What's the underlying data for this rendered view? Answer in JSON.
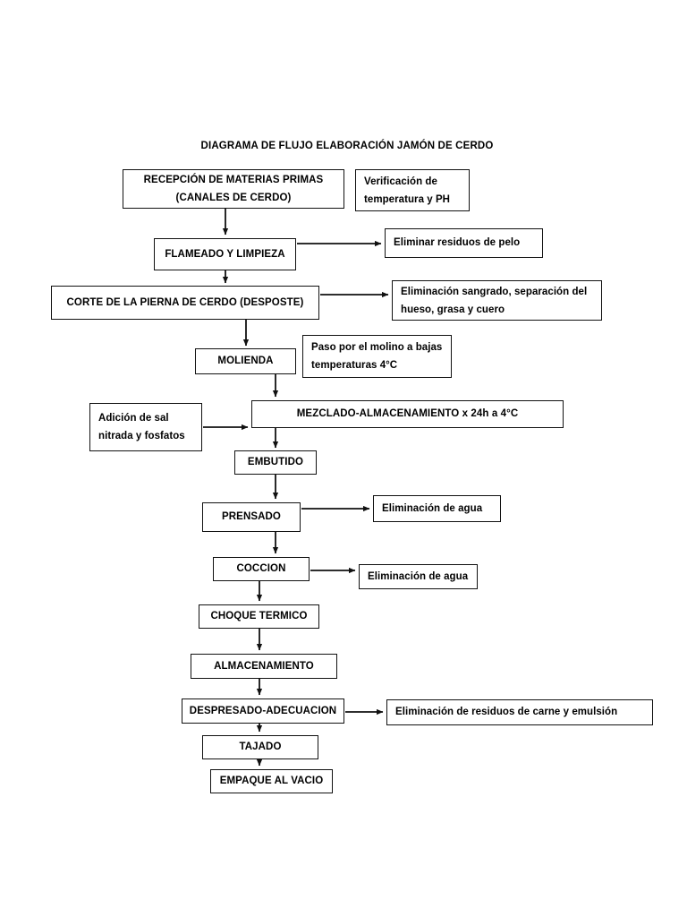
{
  "document": {
    "title": "DIAGRAMA DE FLUJO ELABORACIÓN JAMÓN DE CERDO",
    "background_color": "#ffffff",
    "line_color": "#111111",
    "text_color": "#000000"
  },
  "nodes": {
    "recepcion": {
      "label": "RECEPCIÓN DE MATERIAS PRIMAS\n(CANALES DE CERDO)",
      "line1": "RECEPCIÓN DE MATERIAS PRIMAS",
      "line2": "(CANALES DE CERDO)"
    },
    "verificacion": {
      "line1": "Verificación de",
      "line2": "temperatura y PH"
    },
    "flameado": {
      "label": "FLAMEADO Y LIMPIEZA"
    },
    "eliminar_pelo": {
      "label": "Eliminar residuos de pelo"
    },
    "corte": {
      "label": "CORTE DE LA PIERNA DE CERDO (DESPOSTE)"
    },
    "eliminacion_sangrado": {
      "line1": "Eliminación sangrado, separación del",
      "line2": "hueso, grasa y cuero"
    },
    "molienda": {
      "label": "MOLIENDA"
    },
    "paso_molino": {
      "line1": "Paso por el molino a bajas",
      "line2": "temperaturas 4°C"
    },
    "adicion_sal": {
      "line1": "Adición de sal",
      "line2": "nitrada y fosfatos"
    },
    "mezclado": {
      "label": "MEZCLADO-ALMACENAMIENTO x 24h a 4°C"
    },
    "embutido": {
      "label": "EMBUTIDO"
    },
    "prensado": {
      "label": "PRENSADO"
    },
    "elim_agua_1": {
      "label": "Eliminación de agua"
    },
    "coccion": {
      "label": "COCCION"
    },
    "elim_agua_2": {
      "label": "Eliminación de agua"
    },
    "choque_termico": {
      "label": "CHOQUE TERMICO"
    },
    "almacenamiento": {
      "label": "ALMACENAMIENTO"
    },
    "despresado": {
      "label": "DESPRESADO-ADECUACION"
    },
    "elim_residuos_carne": {
      "label": "Eliminación de residuos de carne y emulsión"
    },
    "tajado": {
      "label": "TAJADO"
    },
    "empaque": {
      "label": "EMPAQUE AL VACIO"
    }
  },
  "flow_sequence": [
    "RECEPCIÓN DE MATERIAS PRIMAS (CANALES DE CERDO)",
    "FLAMEADO Y LIMPIEZA",
    "CORTE DE LA PIERNA DE CERDO (DESPOSTE)",
    "MOLIENDA",
    "MEZCLADO-ALMACENAMIENTO x 24h a 4°C",
    "EMBUTIDO",
    "PRENSADO",
    "COCCION",
    "CHOQUE TERMICO",
    "ALMACENAMIENTO",
    "DESPRESADO-ADECUACION",
    "TAJADO",
    "EMPAQUE AL VACIO"
  ],
  "side_annotations": [
    {
      "from": "FLAMEADO Y LIMPIEZA",
      "to": "Eliminar residuos de pelo"
    },
    {
      "from": "CORTE DE LA PIERNA DE CERDO (DESPOSTE)",
      "to": "Eliminación sangrado, separación del hueso, grasa y cuero"
    },
    {
      "from": "Adición de sal nitrada y fosfatos",
      "to": "MEZCLADO-ALMACENAMIENTO x 24h a 4°C"
    },
    {
      "from": "PRENSADO",
      "to": "Eliminación de agua"
    },
    {
      "from": "COCCION",
      "to": "Eliminación de agua"
    },
    {
      "from": "DESPRESADO-ADECUACION",
      "to": "Eliminación de residuos de carne y emulsión"
    }
  ]
}
